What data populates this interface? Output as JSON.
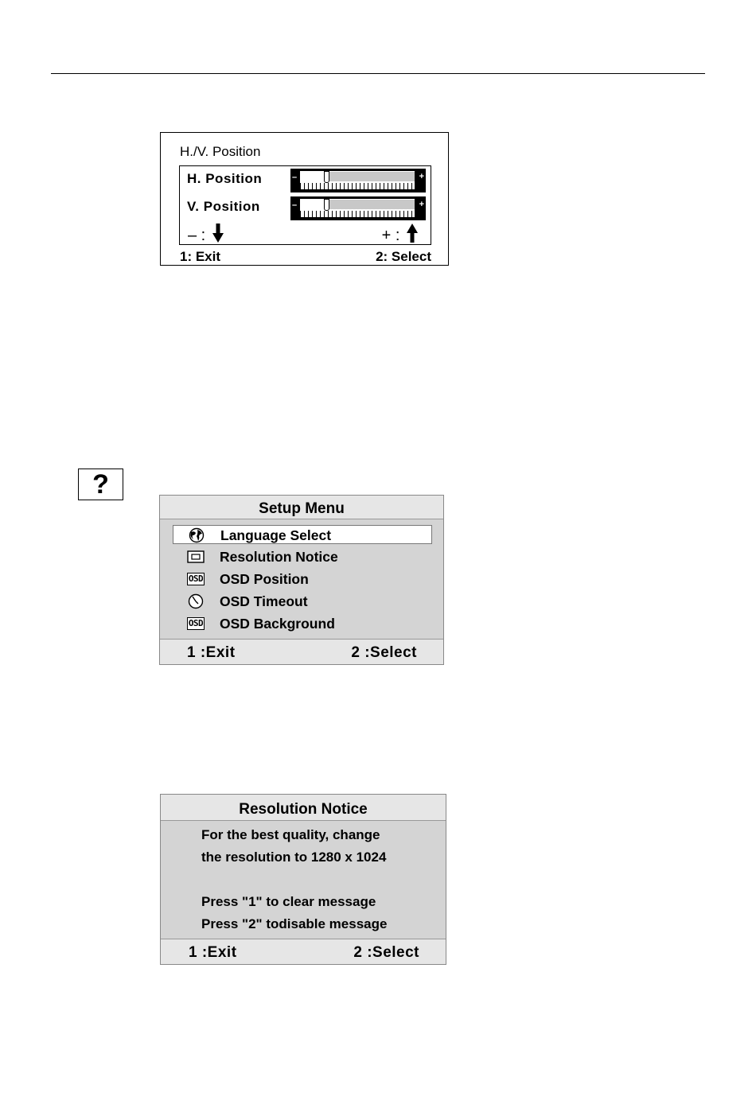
{
  "hv_position": {
    "title": "H./V. Position",
    "h_label": "H. Position",
    "v_label": "V. Position",
    "h_value": 0.22,
    "v_value": 0.22,
    "slider_minus": "–",
    "slider_plus": "+",
    "minus_hint": "– :",
    "plus_hint": "+ :",
    "exit_label": "1: Exit",
    "select_label": "2: Select"
  },
  "help": {
    "glyph": "?"
  },
  "setup_menu": {
    "title": "Setup Menu",
    "items": [
      {
        "label": "Language Select",
        "icon": "globe-icon",
        "selected": true
      },
      {
        "label": "Resolution Notice",
        "icon": "monitor-icon",
        "selected": false
      },
      {
        "label": "OSD Position",
        "icon": "osd-icon",
        "icon_text": "OSD",
        "selected": false
      },
      {
        "label": "OSD Timeout",
        "icon": "clock-icon",
        "selected": false
      },
      {
        "label": "OSD Background",
        "icon": "osd-icon",
        "icon_text": "OSD",
        "selected": false
      }
    ],
    "exit_label": "1 :Exit",
    "select_label": "2 :Select"
  },
  "resolution_notice": {
    "title": "Resolution Notice",
    "lines": [
      "For the best quality, change",
      "the resolution to 1280 x 1024",
      "Press \"1\" to clear message",
      "Press \"2\" todisable message"
    ],
    "exit_label": "1 :Exit",
    "select_label": "2 :Select"
  }
}
